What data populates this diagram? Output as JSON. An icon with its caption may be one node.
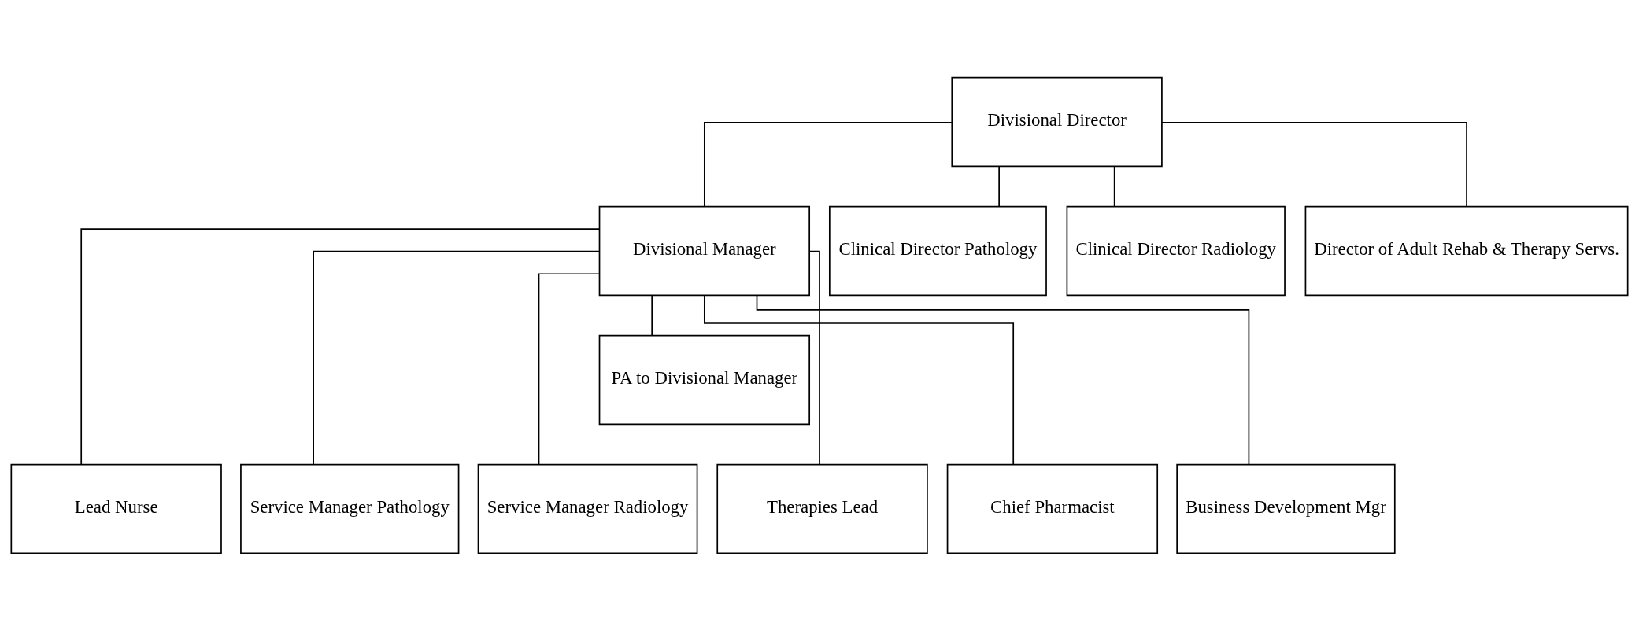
{
  "diagram": {
    "nodes": [
      {
        "text": [
          "Divisional Director"
        ]
      },
      {
        "text": [
          "Divisional Manager"
        ]
      },
      {
        "text": [
          "Clinical Director Pathology"
        ]
      },
      {
        "text": [
          "Clinical Director Radiology"
        ]
      },
      {
        "text": [
          "Director of Adult Rehab & Therapy Servs."
        ]
      },
      {
        "text": [
          "PA to Divisional Manager"
        ]
      },
      {
        "text": [
          "Lead Nurse"
        ]
      },
      {
        "text": [
          "Service Manager Pathology"
        ]
      },
      {
        "text": [
          "Service Manager Radiology"
        ]
      },
      {
        "text": [
          "Therapies Lead"
        ]
      },
      {
        "text": [
          "Chief Pharmacist"
        ]
      },
      {
        "text": [
          "Business Development Mgr"
        ]
      }
    ],
    "edges": [
      {
        "from": 0,
        "to": 1,
        "arrow": "none"
      },
      {
        "from": 0,
        "to": 2,
        "arrow": "none"
      },
      {
        "from": 0,
        "to": 3,
        "arrow": "none"
      },
      {
        "from": 0,
        "to": 4,
        "arrow": "none"
      },
      {
        "from": 1,
        "to": 5,
        "arrow": "none"
      },
      {
        "from": 1,
        "to": 6,
        "arrow": "none"
      },
      {
        "from": 1,
        "to": 7,
        "arrow": "none"
      },
      {
        "from": 1,
        "to": 8,
        "arrow": "none"
      },
      {
        "from": 1,
        "to": 9,
        "arrow": "none"
      },
      {
        "from": 1,
        "to": 10,
        "arrow": "none"
      },
      {
        "from": 1,
        "to": 11,
        "arrow": "none"
      }
    ]
  }
}
